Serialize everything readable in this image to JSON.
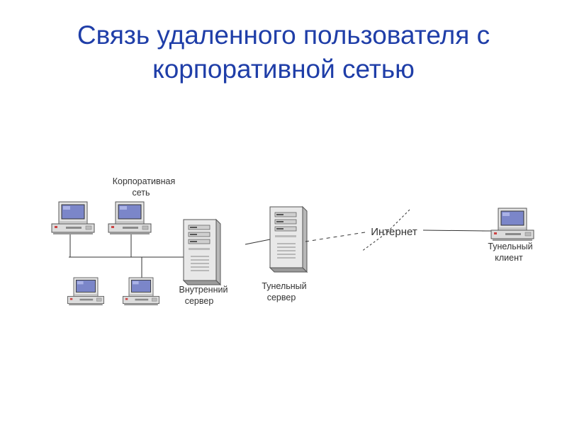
{
  "slide": {
    "title_line1": "Связь удаленного пользователя с",
    "title_line2": "корпоративной сетью"
  },
  "diagram": {
    "corporate_network_line1": "Корпоративная",
    "corporate_network_line2": "сеть",
    "internal_server_line1": "Внутренний",
    "internal_server_line2": "сервер",
    "tunnel_server_line1": "Тунельный",
    "tunnel_server_line2": "сервер",
    "internet": "Интернет",
    "tunnel_client_line1": "Тунельный",
    "tunnel_client_line2": "клиент"
  },
  "colors": {
    "title": "#1f3ea8",
    "screen": "#7b86c9",
    "case": "#e2e2e2",
    "line": "#333333"
  }
}
